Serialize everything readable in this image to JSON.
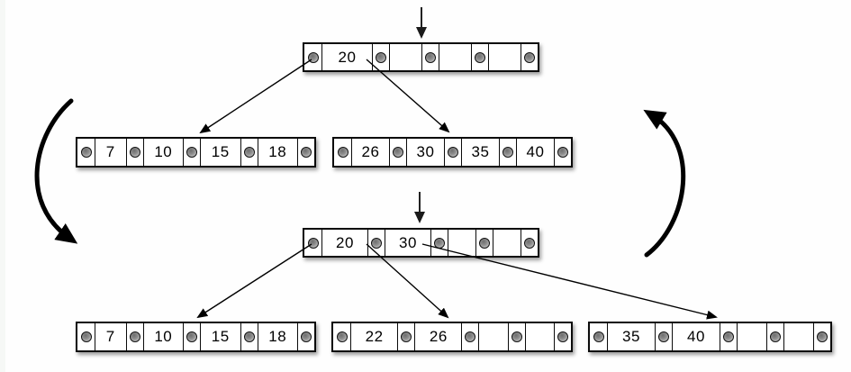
{
  "diagram": {
    "description_keys_only": "b-tree split",
    "stage_before": {
      "root": {
        "keys": [
          "20",
          "",
          "",
          ""
        ]
      },
      "children": [
        {
          "keys": [
            "7",
            "10",
            "15",
            "18"
          ]
        },
        {
          "keys": [
            "26",
            "30",
            "35",
            "40"
          ]
        }
      ]
    },
    "stage_after": {
      "root": {
        "keys": [
          "20",
          "30",
          "",
          ""
        ]
      },
      "children": [
        {
          "keys": [
            "7",
            "10",
            "15",
            "18"
          ]
        },
        {
          "keys": [
            "22",
            "26",
            "",
            ""
          ]
        },
        {
          "keys": [
            "35",
            "40",
            "",
            ""
          ]
        }
      ]
    }
  },
  "colors": {
    "node_fill": "#ffffff",
    "node_border": "#0b0b0b",
    "pointer_gray": "#8f8f8f",
    "arrow_black": "#000000",
    "insert_arrow_gray": "#222222",
    "background": "#fefefe"
  }
}
